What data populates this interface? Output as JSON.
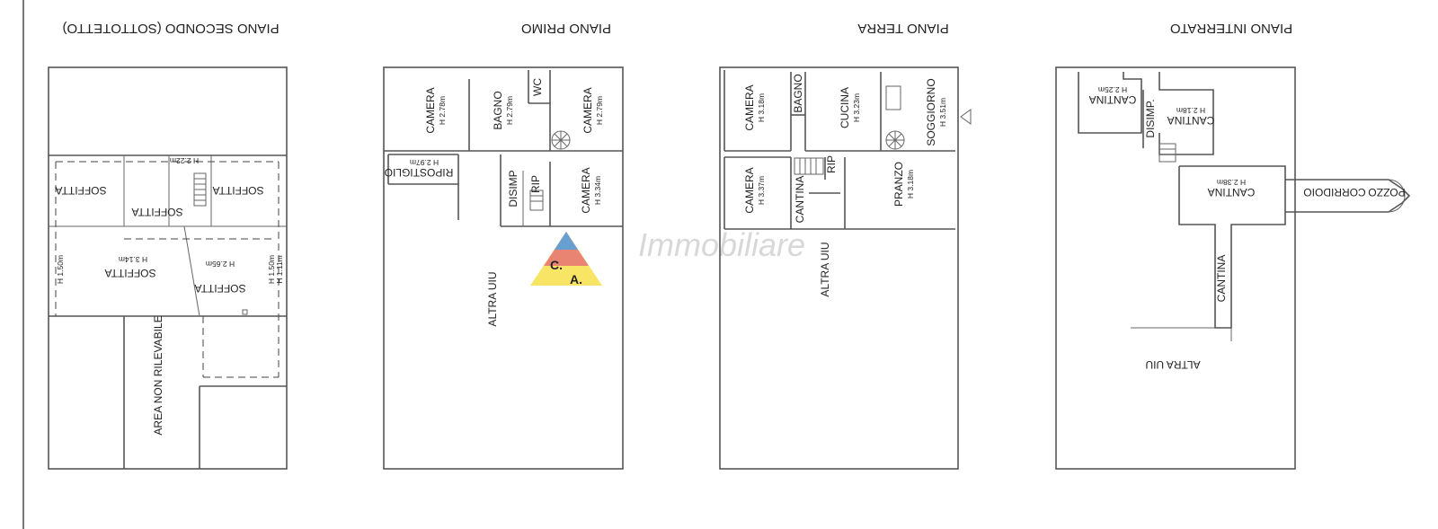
{
  "titles": {
    "secondo": "PIANO SECONDO (SOTTOTETTO)",
    "primo": "PIANO PRIMO",
    "terra": "PIANO TERRA",
    "interrato": "PIANO INTERRATO"
  },
  "rooms": {
    "secondo": {
      "soffitta_a": "SOFFITTA",
      "soffitta_b": "SOFFITTA",
      "soffitta_c": "SOFFITTA",
      "soffitta_d": "SOFFITTA",
      "soffitta_e": "SOFFITTA",
      "area_non": "AREA NON RILEVABILE",
      "h_a": "H 2.22m",
      "h_b": "H 3.14m",
      "h_c": "H 2.65m",
      "h_d": "H 1.50m",
      "h_e": "H 1.50m",
      "h_f": "H 1.11m"
    },
    "primo": {
      "camera_1": "CAMERA",
      "camera_1_h": "H 2.78m",
      "bagno": "BAGNO",
      "bagno_h": "H 2.79m",
      "wc": "WC",
      "camera_2": "CAMERA",
      "camera_2_h": "H 2.79m",
      "ripostiglio": "RIPOSTIGLIO",
      "ripostiglio_h": "H 2.97m",
      "disimp": "DISIMP",
      "rip": "RIP",
      "camera_3": "CAMERA",
      "camera_3_h": "H 3.34m",
      "altra": "ALTRA UIU"
    },
    "terra": {
      "camera_1": "CAMERA",
      "camera_1_h": "H 3.18m",
      "bagno": "BAGNO",
      "cucina": "CUCINA",
      "cucina_h": "H 3.23m",
      "soggiorno": "SOGGIORNO",
      "soggiorno_h": "H 3.51m",
      "camera_2": "CAMERA",
      "camera_2_h": "H 3.37m",
      "cantina": "CANTINA",
      "rip": "RIP",
      "pranzo": "PRANZO",
      "pranzo_h": "H 3.18m",
      "altra": "ALTRA UIU"
    },
    "interrato": {
      "cantina_1": "CANTINA",
      "cantina_1_h": "H 2.25m",
      "disimp": "DISIMP.",
      "cantina_2": "CANTINA",
      "cantina_2_h": "H 2.18m",
      "cantina_3": "CANTINA",
      "cantina_3_h": "H 2.38m",
      "corridoio": "CORRIDOIO",
      "pozzo": "POZZO",
      "cantina_4": "CANTINA",
      "altra": "ALTRA UIU"
    }
  },
  "logo": {
    "letter_c": "C.",
    "letter_a": "A."
  },
  "colors": {
    "wall": "#555555",
    "logo_red": "#e53935",
    "logo_yellow": "#f7e04a",
    "logo_blue": "#4fa3e0"
  }
}
